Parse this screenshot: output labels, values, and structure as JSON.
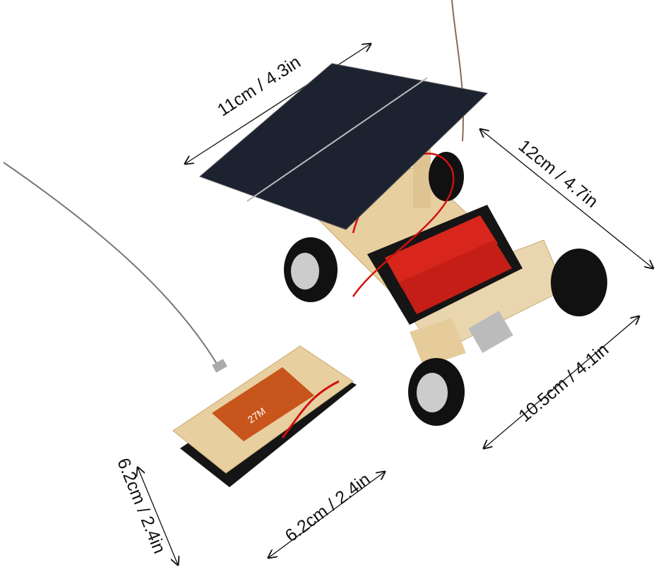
{
  "dimensions": {
    "solar_panel_width": "11cm / 4.3in",
    "car_length": "12cm / 4.7in",
    "car_width": "10.5cm / 4.1in",
    "remote_length": "6.2cm / 2.4in",
    "remote_width": "6.2cm / 2.4in"
  },
  "remote_pcb_marking": "27M",
  "colors": {
    "wood": "#e8cfa0",
    "solar_panel": "#1c2230",
    "battery": "#d8261c",
    "wire_red": "#d01010",
    "pcb": "#c8551c"
  }
}
